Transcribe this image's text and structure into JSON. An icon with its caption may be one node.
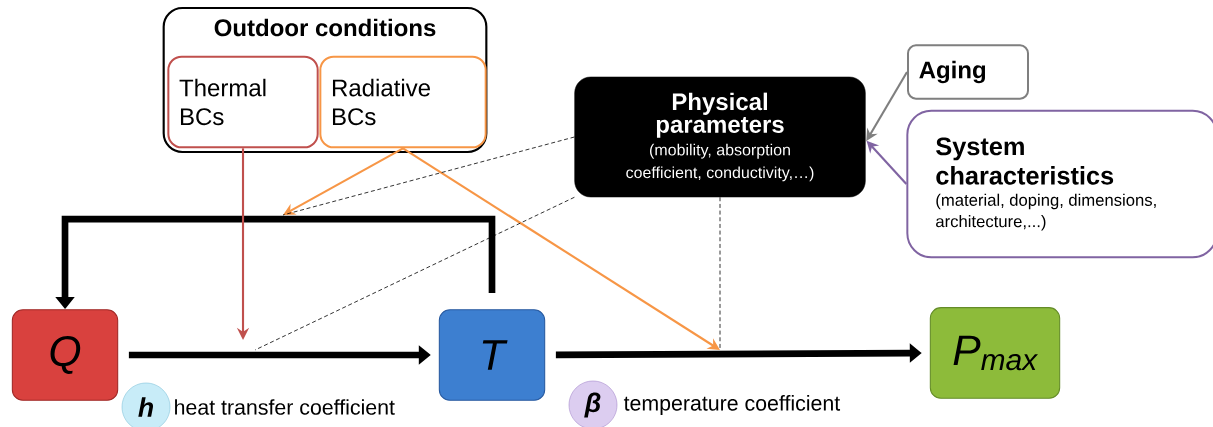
{
  "diagram": {
    "nodes": [
      {
        "text": [
          "Q"
        ]
      },
      {
        "text": [
          "T"
        ]
      },
      {
        "text": [
          "P$_{max}$"
        ]
      },
      {
        "text": [
          "h"
        ],
        "beside": [
          "heat transfer coefficient"
        ]
      },
      {
        "text": [
          "β"
        ],
        "beside": [
          "temperature coefficient"
        ]
      },
      {
        "text": [
          "Outdoor conditions"
        ]
      },
      {
        "text": [
          "Thermal BCs"
        ],
        "in": 5
      },
      {
        "text": [
          "Radiative BCs"
        ],
        "in": 5
      },
      {
        "text": [
          "Physical parameters",
          "(mobility, absorption coefficient, conductivity,…)"
        ]
      },
      {
        "text": [
          "Aging"
        ]
      },
      {
        "text": [
          "System characteristics",
          "(material, doping, dimensions, architecture,...)"
        ]
      }
    ],
    "edges": [
      {
        "from": 0,
        "to": 1,
        "arrow": "to",
        "style": "thick"
      },
      {
        "from": 1,
        "to": 2,
        "arrow": "to",
        "style": "thick"
      },
      {
        "from": 1,
        "to": 0,
        "arrow": "to",
        "style": "thick"
      },
      {
        "from": 6,
        "to": null,
        "arrow": "to",
        "color": "#c0504d"
      },
      {
        "from": 7,
        "to": null,
        "arrow": "to",
        "color": "#f79646"
      },
      {
        "from": 7,
        "to": null,
        "arrow": "to",
        "color": "#f79646"
      },
      {
        "from": 8,
        "to": null,
        "arrow": "none",
        "style": "dashed"
      },
      {
        "from": 8,
        "to": null,
        "arrow": "none",
        "style": "dashed"
      },
      {
        "from": 8,
        "to": null,
        "arrow": "none",
        "style": "dashed"
      },
      {
        "from": 9,
        "to": 8,
        "arrow": "to",
        "color": "#7f7f7f"
      },
      {
        "from": 10,
        "to": 8,
        "arrow": "to",
        "color": "#8064a2"
      }
    ]
  }
}
